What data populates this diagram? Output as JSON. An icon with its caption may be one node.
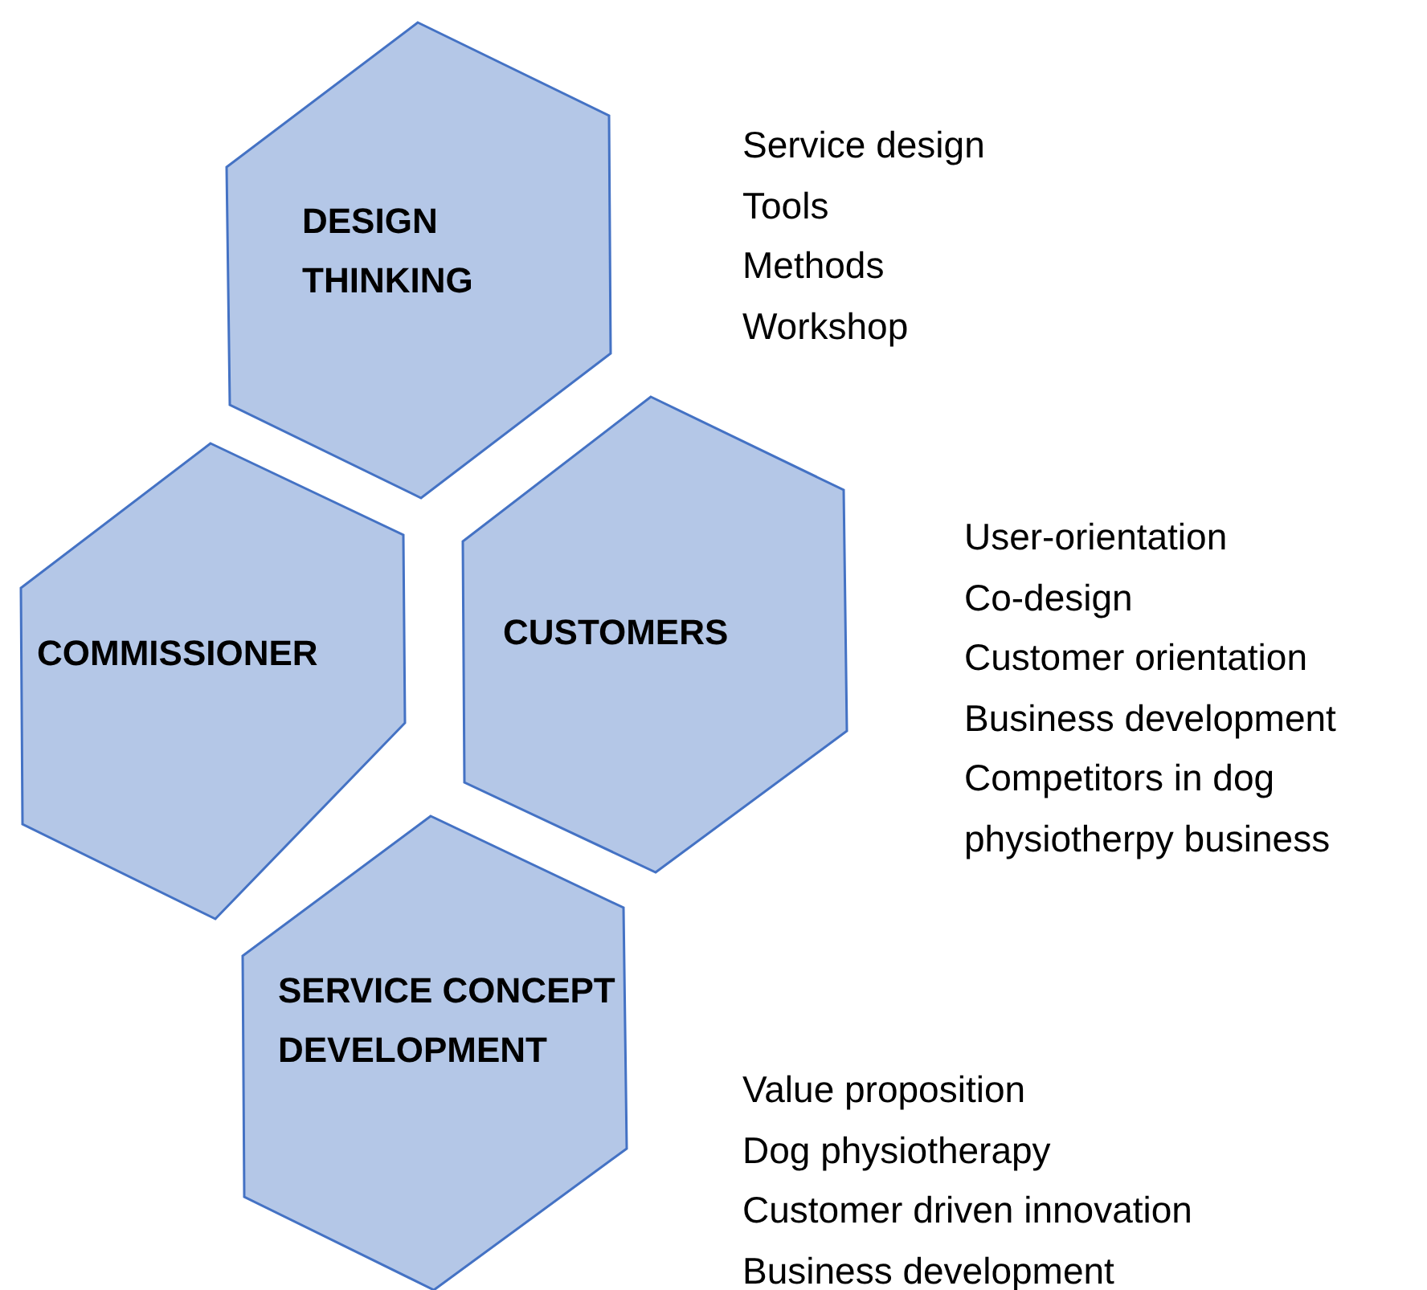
{
  "diagram": {
    "nodes": [
      {
        "text": [
          "DESIGN THINKING"
        ],
        "beside": [
          "Service design",
          "Tools",
          "Methods",
          "Workshop"
        ]
      },
      {
        "text": [
          "COMMISSIONER"
        ]
      },
      {
        "text": [
          "CUSTOMERS"
        ],
        "beside": [
          "User-orientation",
          "Co-design",
          "Customer orientation",
          "Business development",
          "Competitors in dog physiotherpy business"
        ]
      },
      {
        "text": [
          "SERVICE CONCEPT DEVELOPMENT"
        ],
        "beside": [
          "Value proposition",
          "Dog physiotherapy",
          "Customer driven innovation",
          "Business development"
        ]
      }
    ]
  }
}
